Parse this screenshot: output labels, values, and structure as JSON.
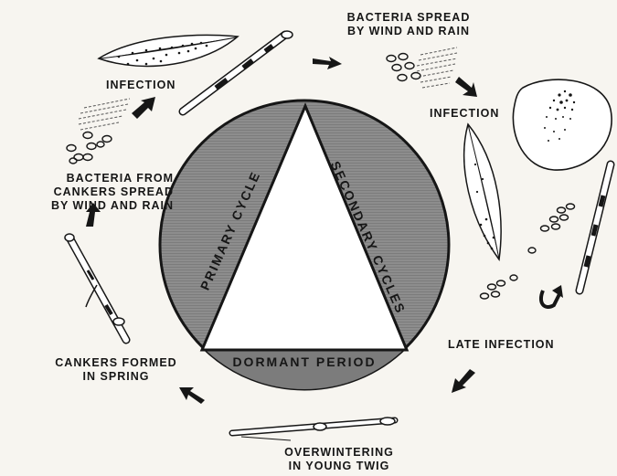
{
  "cycle": {
    "primary_cycle": "PRIMARY CYCLE",
    "secondary_cycles": "SECONDARY CYCLES",
    "dormant_period": "DORMANT PERIOD"
  },
  "labels": {
    "bacteria_spread": [
      "BACTERIA SPREAD",
      "BY WIND AND RAIN"
    ],
    "infection_top_left": "INFECTION",
    "infection_right": "INFECTION",
    "bacteria_from_cankers": [
      "BACTERIA FROM",
      "CANKERS SPREAD",
      "BY WIND AND RAIN"
    ],
    "late_infection": "LATE INFECTION",
    "cankers_formed": [
      "CANKERS FORMED",
      "IN SPRING"
    ],
    "overwintering": [
      "OVERWINTERING",
      "IN YOUNG TWIG"
    ]
  },
  "colors": {
    "ink": "#161616",
    "shade": "#8a8a8a",
    "paper": "#f7f5f0"
  }
}
